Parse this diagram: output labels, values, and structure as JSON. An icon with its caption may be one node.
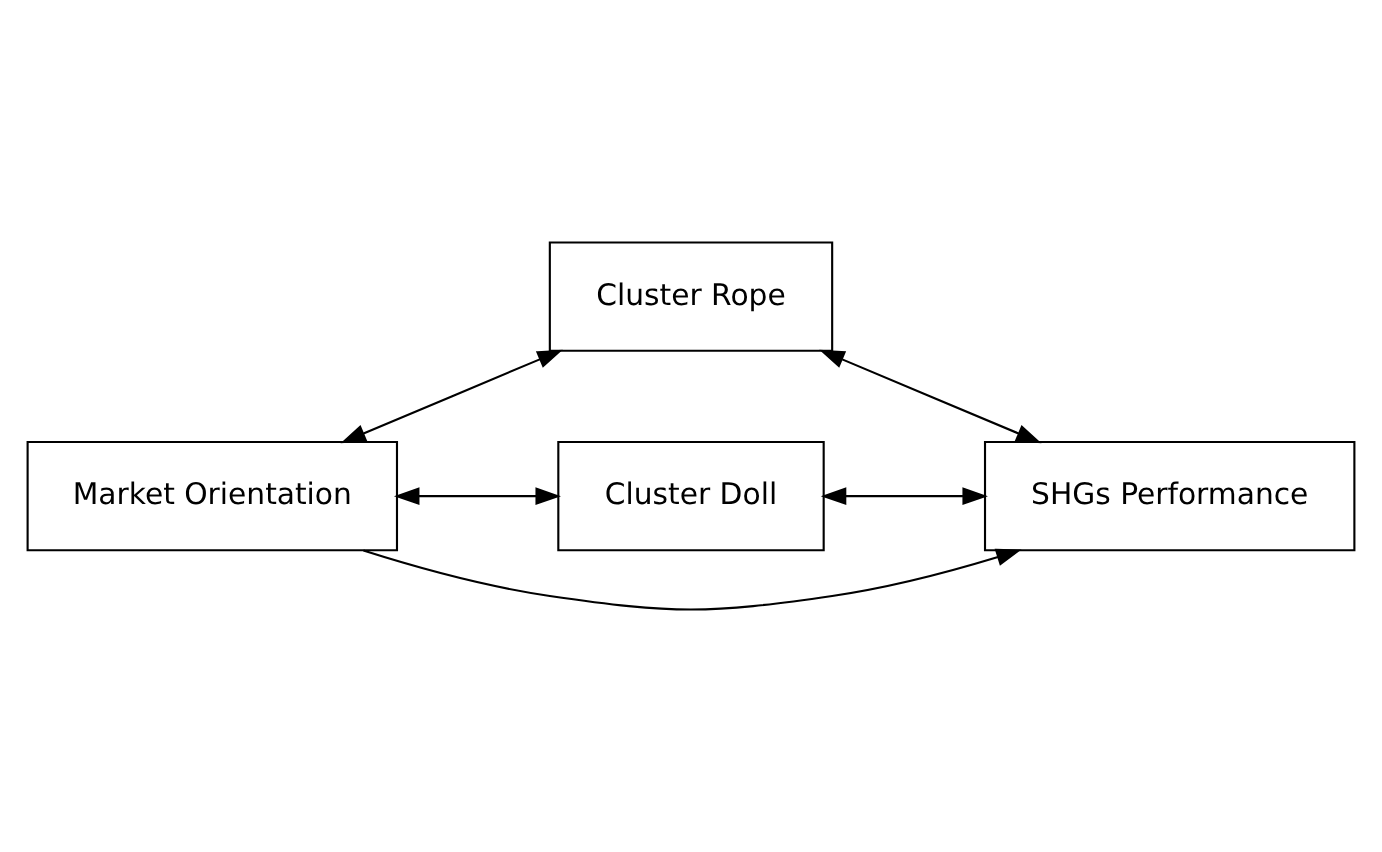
{
  "diagram": {
    "nodes": [
      {
        "text": [
          "Cluster Rope"
        ]
      },
      {
        "text": [
          "Market Orientation"
        ]
      },
      {
        "text": [
          "SHGs Performance"
        ]
      },
      {
        "text": [
          "Cluster Doll"
        ]
      }
    ],
    "edges": [
      {
        "from": 1,
        "to": 0,
        "arrow": "both"
      },
      {
        "from": 0,
        "to": 2,
        "arrow": "both"
      },
      {
        "from": 1,
        "to": 2,
        "arrow": "to"
      },
      {
        "from": 1,
        "to": 3,
        "arrow": "both"
      },
      {
        "from": 3,
        "to": 2,
        "arrow": "both"
      }
    ]
  }
}
